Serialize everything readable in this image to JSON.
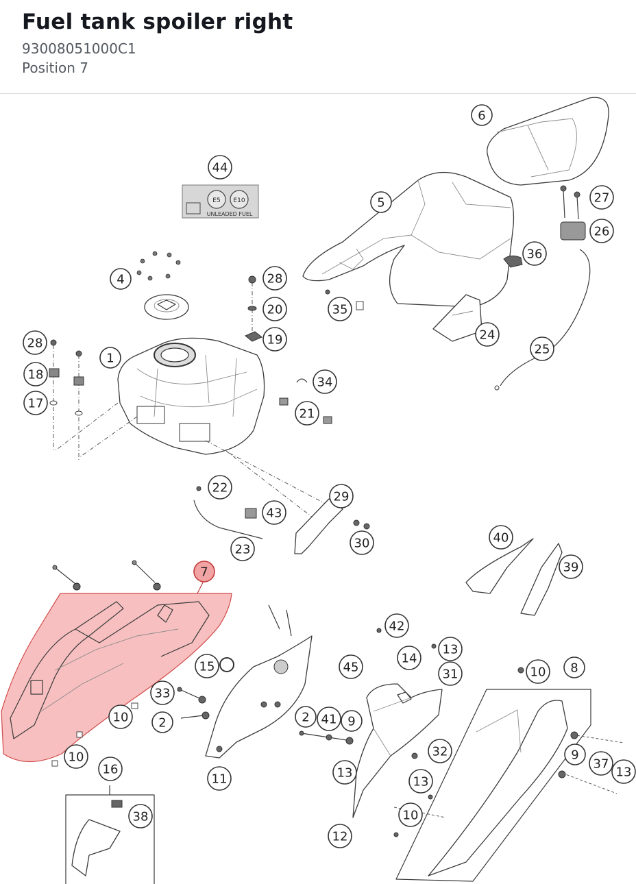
{
  "header": {
    "title": "Fuel tank spoiler right",
    "part_number": "93008051000C1",
    "position": "Position 7"
  },
  "label_44": {
    "e5": "E5",
    "e10": "E10",
    "caption": "UNLEADED FUEL"
  },
  "highlight_color": "#f08a8a",
  "callouts": [
    {
      "n": "6"
    },
    {
      "n": "44"
    },
    {
      "n": "5"
    },
    {
      "n": "27"
    },
    {
      "n": "26"
    },
    {
      "n": "36"
    },
    {
      "n": "4"
    },
    {
      "n": "28"
    },
    {
      "n": "20"
    },
    {
      "n": "19"
    },
    {
      "n": "35"
    },
    {
      "n": "24"
    },
    {
      "n": "28"
    },
    {
      "n": "1"
    },
    {
      "n": "18"
    },
    {
      "n": "17"
    },
    {
      "n": "25"
    },
    {
      "n": "34"
    },
    {
      "n": "21"
    },
    {
      "n": "22"
    },
    {
      "n": "29"
    },
    {
      "n": "43"
    },
    {
      "n": "23"
    },
    {
      "n": "30"
    },
    {
      "n": "40"
    },
    {
      "n": "39"
    },
    {
      "n": "7"
    },
    {
      "n": "42"
    },
    {
      "n": "13"
    },
    {
      "n": "14"
    },
    {
      "n": "31"
    },
    {
      "n": "15"
    },
    {
      "n": "45"
    },
    {
      "n": "10"
    },
    {
      "n": "8"
    },
    {
      "n": "33"
    },
    {
      "n": "10"
    },
    {
      "n": "2"
    },
    {
      "n": "2"
    },
    {
      "n": "41"
    },
    {
      "n": "9"
    },
    {
      "n": "32"
    },
    {
      "n": "9"
    },
    {
      "n": "37"
    },
    {
      "n": "13"
    },
    {
      "n": "13"
    },
    {
      "n": "13"
    },
    {
      "n": "10"
    },
    {
      "n": "11"
    },
    {
      "n": "16"
    },
    {
      "n": "38"
    },
    {
      "n": "10"
    },
    {
      "n": "12"
    }
  ]
}
